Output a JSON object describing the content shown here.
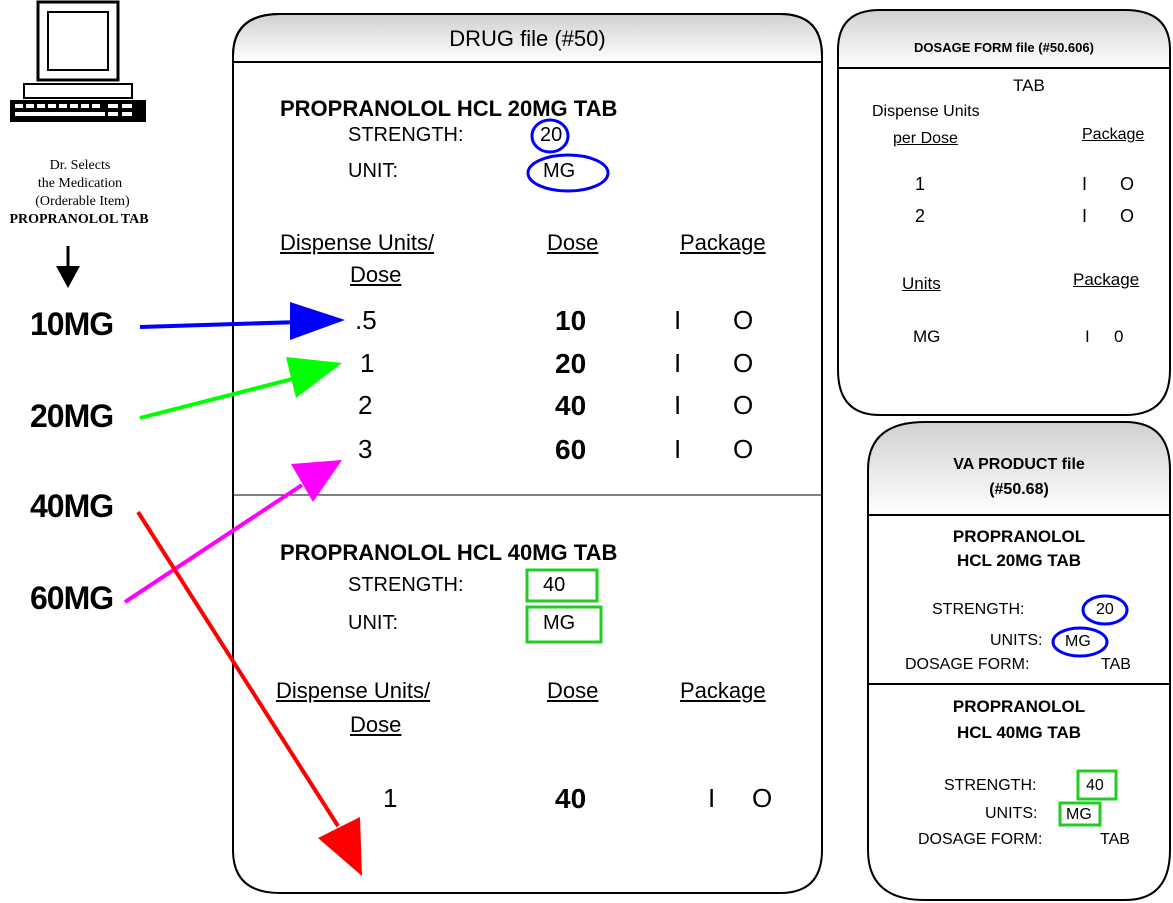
{
  "left": {
    "caption": [
      "Dr. Selects",
      "the Medication",
      "(Orderable Item)",
      "PROPRANOLOL TAB"
    ],
    "doses": [
      "10MG",
      "20MG",
      "40MG",
      "60MG"
    ]
  },
  "drug_file": {
    "title": "DRUG file (#50)",
    "item1": {
      "name": "PROPRANOLOL HCL 20MG TAB",
      "strength_label": "STRENGTH:",
      "strength_value": "20",
      "unit_label": "UNIT:",
      "unit_value": "MG",
      "header_dispense_1": "Dispense Units/",
      "header_dispense_2": "Dose",
      "header_dose": "Dose",
      "header_package": "Package",
      "rows": [
        {
          "disp": ".5",
          "dose": "10",
          "p1": "I",
          "p2": "O"
        },
        {
          "disp": "1",
          "dose": "20",
          "p1": "I",
          "p2": "O"
        },
        {
          "disp": "2",
          "dose": "40",
          "p1": "I",
          "p2": "O"
        },
        {
          "disp": "3",
          "dose": "60",
          "p1": "I",
          "p2": "O"
        }
      ]
    },
    "item2": {
      "name": "PROPRANOLOL HCL 40MG TAB",
      "strength_label": "STRENGTH:",
      "strength_value": "40",
      "unit_label": "UNIT:",
      "unit_value": "MG",
      "header_dispense_1": "Dispense Units/",
      "header_dispense_2": "Dose",
      "header_dose": "Dose",
      "header_package": "Package",
      "rows": [
        {
          "disp": "1",
          "dose": "40",
          "p1": "I",
          "p2": "O"
        }
      ]
    }
  },
  "dosage_form": {
    "title": "DOSAGE FORM file (#50.606)",
    "form": "TAB",
    "header_disp_1": "Dispense Units",
    "header_disp_2": "per Dose",
    "header_package": "Package",
    "rows": [
      {
        "disp": "1",
        "p1": "I",
        "p2": "O"
      },
      {
        "disp": "2",
        "p1": "I",
        "p2": "O"
      }
    ],
    "units_header": "Units",
    "units_package_header": "Package",
    "units_row": {
      "unit": "MG",
      "p1": "I",
      "p2": "0"
    }
  },
  "va_product": {
    "title_1": "VA PRODUCT file",
    "title_2": "(#50.68)",
    "item1": {
      "name_1": "PROPRANOLOL",
      "name_2": "HCL 20MG TAB",
      "strength_label": "STRENGTH:",
      "strength_value": "20",
      "units_label": "UNITS:",
      "units_value": "MG",
      "form_label": "DOSAGE FORM:",
      "form_value": "TAB"
    },
    "item2": {
      "name_1": "PROPRANOLOL",
      "name_2": "HCL 40MG TAB",
      "strength_label": "STRENGTH:",
      "strength_value": "40",
      "units_label": "UNITS:",
      "units_value": "MG",
      "form_label": "DOSAGE FORM:",
      "form_value": "TAB"
    }
  },
  "colors": {
    "blue": "#0000ff",
    "green": "#00ff00",
    "magenta": "#ff00ff",
    "red": "#ff0000",
    "box_green": "#22cc22",
    "header_fill": "#e8e8e8"
  },
  "icons": [
    "computer-icon",
    "down-arrow-icon"
  ]
}
